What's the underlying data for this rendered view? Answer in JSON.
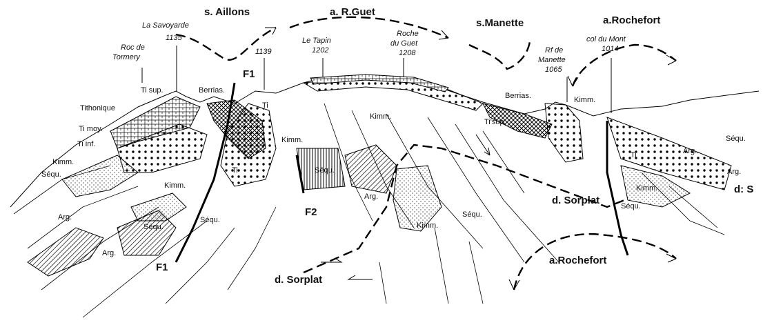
{
  "labels": {
    "structures": {
      "aillons": "s. Aillons",
      "rguet": "a. R.Guet",
      "manette": "s.Manette",
      "rochefort_top": "a.Rochefort",
      "rochefort_bottom": "a.Rochefort",
      "sorplat_right": "d. Sorplat",
      "sorplat_bottom": "d. Sorplat",
      "ds": "d: S"
    },
    "peaks": {
      "savoyarde_name": "La Savoyarde",
      "savoyarde_alt": "1135",
      "tormery_1": "Roc de",
      "tormery_2": "Tormery",
      "p1139": "1139",
      "tapin_name": "Le Tapin",
      "tapin_alt": "1202",
      "guet_1": "Roche",
      "guet_2": "du Guet",
      "guet_alt": "1208",
      "manette_1": "Rf de",
      "manette_2": "Manette",
      "manette_alt": "1065",
      "colmont_name": "col du Mont",
      "colmont_alt": "1014"
    },
    "faults": {
      "f1_top": "F1",
      "f1_bottom": "F1",
      "f2": "F2"
    },
    "units": {
      "ti_sup_left": "Ti sup.",
      "tithonique": "Tithonique",
      "ti_moy": "Ti moy.",
      "ti_inf": "Ti inf.",
      "kimm_left": "Kimm.",
      "sequ_left": "Séqu.",
      "berrias_left": "Berrias.",
      "ti_a": "Ti",
      "ti_b": "Ti",
      "kimm_a": "Kimm.",
      "kimm_b": "Kimm.",
      "kimm_c": "Kimm.",
      "sequ_a": "Séqu.",
      "sequ_b": "Séqu.",
      "sequ_c": "Séqu.",
      "arg_a": "Arg.",
      "arg_b": "Arg.",
      "arg_c": "Arg.",
      "kimm_mid": "Kimm.",
      "sequ_mid": "Séqu.",
      "berrias_right": "Berrias.",
      "ti_sup_right": "Ti'sup.",
      "kimm_right": "Kimm.",
      "ti_right": "Ti",
      "arg_right": "Arg.",
      "sequ_right": "Séqu.",
      "arg_right2": "Arg.",
      "kimm_right2": "Kimm.",
      "sequ_right2": "Séqu."
    }
  }
}
